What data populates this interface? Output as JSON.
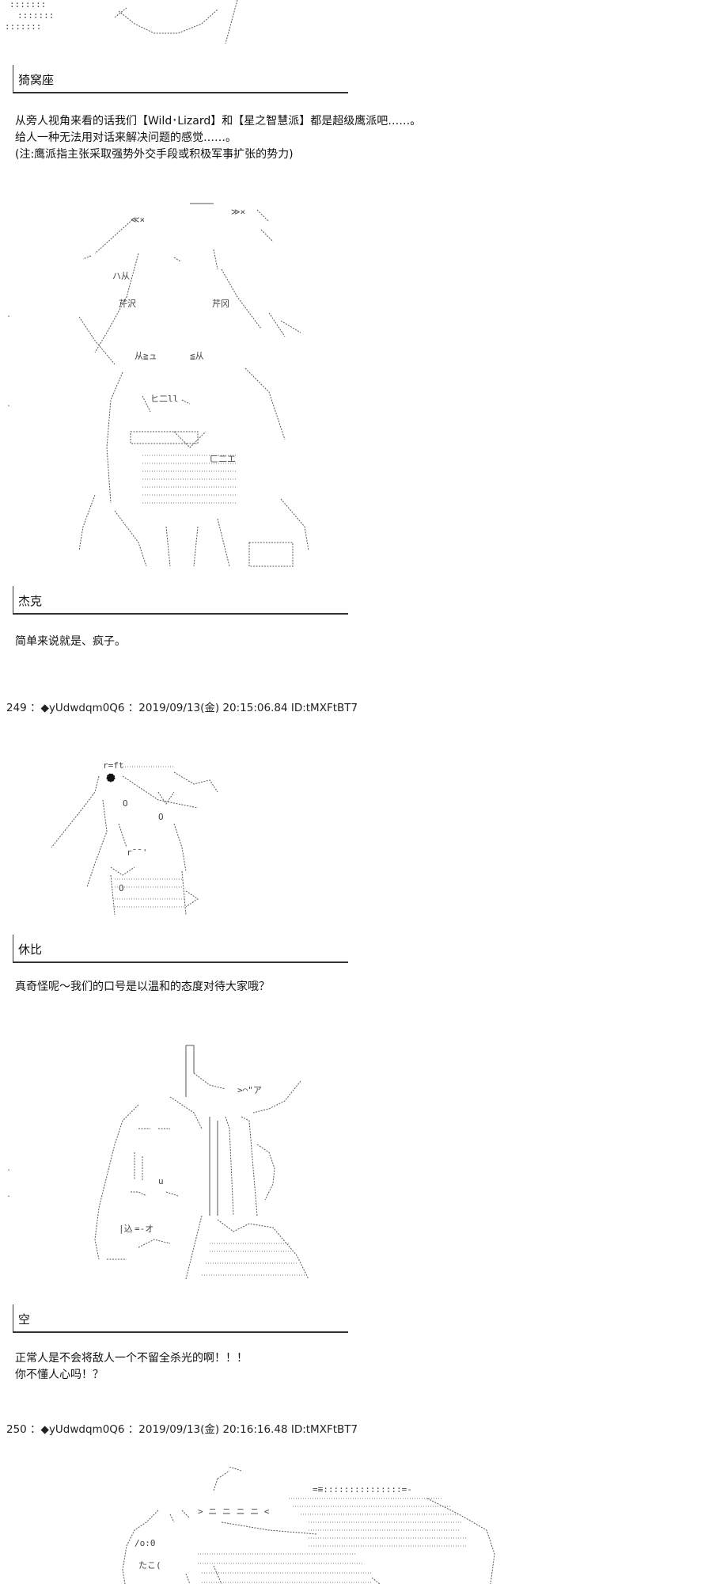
{
  "panels": [
    {
      "speaker": "猗窝座",
      "lines": [
        "从旁人视角来看的话我们【Wild･Lizard】和【星之智慧派】都是超级鹰派吧……。",
        "给人一种无法用对话来解决问题的感觉……。",
        "(注:鹰派指主张采取强势外交手段或积极军事扩张的势力)"
      ]
    },
    {
      "speaker": "杰克",
      "lines": [
        "简单来说就是、疯子。"
      ]
    },
    {
      "speaker": "休比",
      "lines": [
        "真奇怪呢～我们的口号是以温和的态度对待大家哦？"
      ]
    },
    {
      "speaker": "空",
      "lines": [
        "正常人是不会将敌人一个不留全杀光的啊！！！",
        "你不懂人心吗！？"
      ]
    }
  ],
  "posts": [
    {
      "header": "249 ：◆yUdwdqm0Q6 ：2019/09/13(金) 20:15:06.84 ID:tMXFtBT7"
    },
    {
      "header": "250 ：◆yUdwdqm0Q6 ：2019/09/13(金) 20:16:16.48 ID:tMXFtBT7"
    }
  ],
  "ascii_art": {
    "top_fragment": ":::::::",
    "art2_labels": [
      "≪×",
      "≫×",
      "ハ从",
      "芹沢",
      "芹冈",
      "从≧ュ",
      "≦从",
      "ヒ二ll",
      "ㄈ二エ"
    ],
    "art3_labels": [
      "r=ft",
      "O",
      "O",
      "r¯¯'",
      "O"
    ],
    "art4_labels": [
      ">⌒\"ア",
      "u",
      "|込",
      "=-オ"
    ],
    "art5_labels": [
      "=≡:::::::::::::::=-",
      "> ニ ニ ニ ニ <",
      "/o:0",
      "たこ("
    ]
  }
}
